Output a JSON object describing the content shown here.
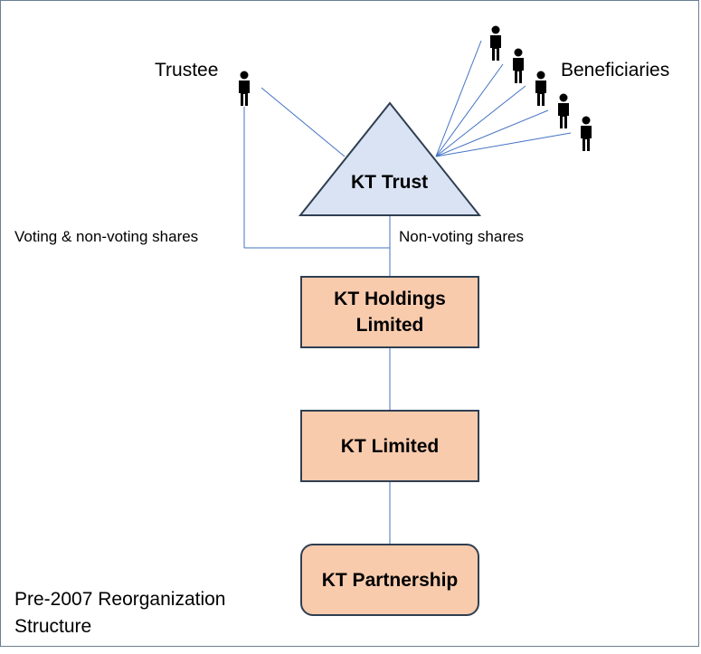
{
  "diagram": {
    "trustee_label": "Trustee",
    "beneficiaries_label": "Beneficiaries",
    "trust_label": "KT Trust",
    "voting_shares_label": "Voting & non-voting shares",
    "nonvoting_shares_label": "Non-voting shares",
    "holdings_label": "KT Holdings Limited",
    "limited_label": "KT Limited",
    "partnership_label": "KT Partnership",
    "caption": "Pre-2007 Reorganization Structure"
  },
  "colors": {
    "trust_fill": "#dae3f3",
    "box_fill": "#f8cbad",
    "line": "#4472c4",
    "border": "#2f3f52"
  },
  "icons": [
    "person-icon"
  ]
}
